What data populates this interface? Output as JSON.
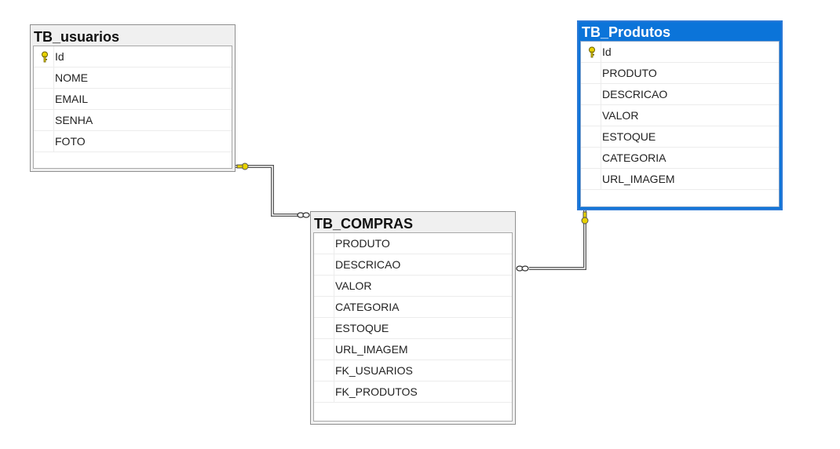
{
  "tables": {
    "usuarios": {
      "name": "TB_usuarios",
      "columns": [
        {
          "name": "Id",
          "primary_key": true
        },
        {
          "name": "NOME"
        },
        {
          "name": "EMAIL"
        },
        {
          "name": "SENHA"
        },
        {
          "name": "FOTO"
        }
      ]
    },
    "produtos": {
      "name": "TB_Produtos",
      "selected": true,
      "columns": [
        {
          "name": "Id",
          "primary_key": true
        },
        {
          "name": "PRODUTO"
        },
        {
          "name": "DESCRICAO"
        },
        {
          "name": "VALOR"
        },
        {
          "name": "ESTOQUE"
        },
        {
          "name": "CATEGORIA"
        },
        {
          "name": "URL_IMAGEM"
        }
      ]
    },
    "compras": {
      "name": "TB_COMPRAS",
      "columns": [
        {
          "name": "PRODUTO"
        },
        {
          "name": "DESCRICAO"
        },
        {
          "name": "VALOR"
        },
        {
          "name": "CATEGORIA"
        },
        {
          "name": "ESTOQUE"
        },
        {
          "name": "URL_IMAGEM"
        },
        {
          "name": "FK_USUARIOS"
        },
        {
          "name": "FK_PRODUTOS"
        }
      ]
    }
  },
  "relationships": [
    {
      "from": "TB_usuarios",
      "to": "TB_COMPRAS",
      "one_end": "key",
      "many_end": "infinity"
    },
    {
      "from": "TB_Produtos",
      "to": "TB_COMPRAS",
      "one_end": "key",
      "many_end": "infinity"
    }
  ],
  "colors": {
    "selection": "#0b74d9",
    "key_icon": "#e8d200",
    "connector": "#555555"
  }
}
